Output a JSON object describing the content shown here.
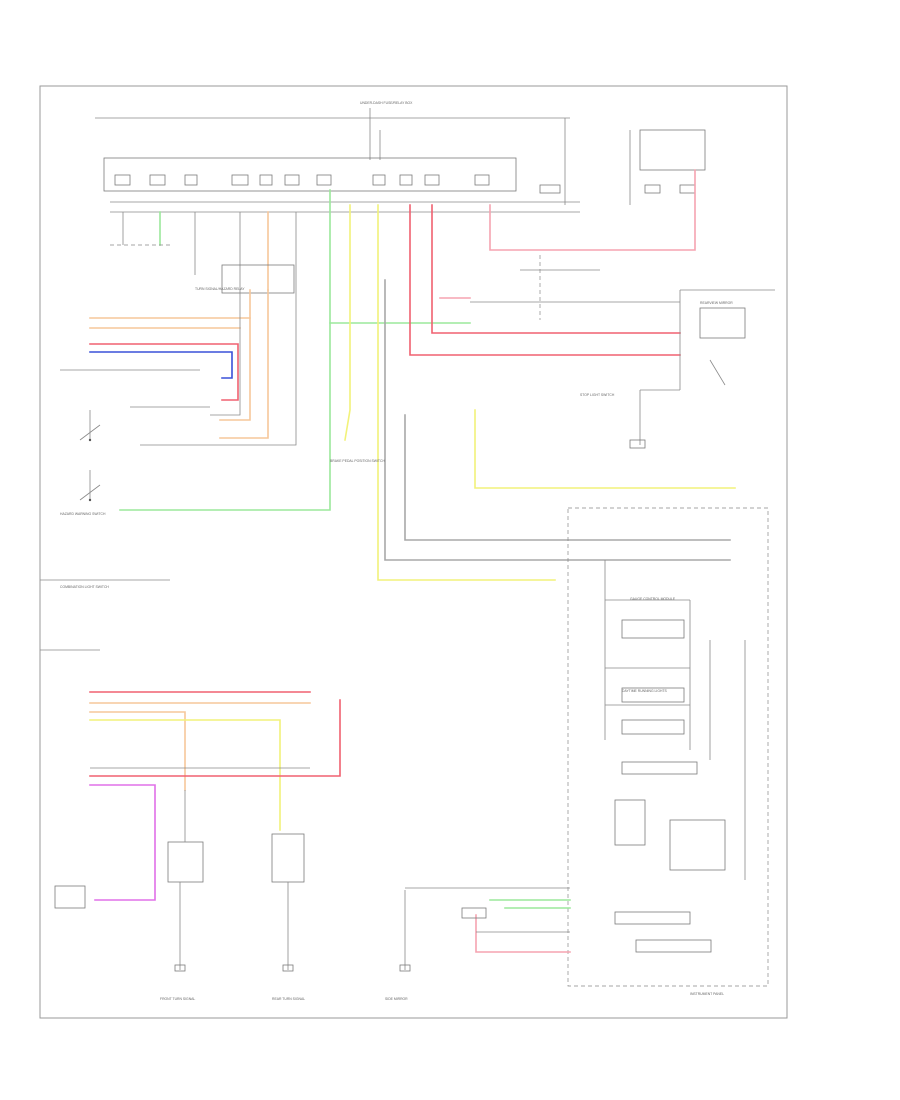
{
  "diagram": {
    "tiny_labels": [
      "UNDER-DASH FUSE/RELAY BOX",
      "HAZARD WARNING SWITCH",
      "TURN SIGNAL/HAZARD RELAY",
      "COMBINATION LIGHT SWITCH",
      "BRAKE PEDAL POSITION SWITCH",
      "STOP LIGHT SWITCH",
      "REARVIEW MIRROR",
      "GAUGE CONTROL MODULE",
      "DAYTIME RUNNING LIGHTS",
      "FRONT TURN SIGNAL",
      "REAR TURN SIGNAL",
      "SIDE MIRROR",
      "INSTRUMENT PANEL"
    ]
  }
}
